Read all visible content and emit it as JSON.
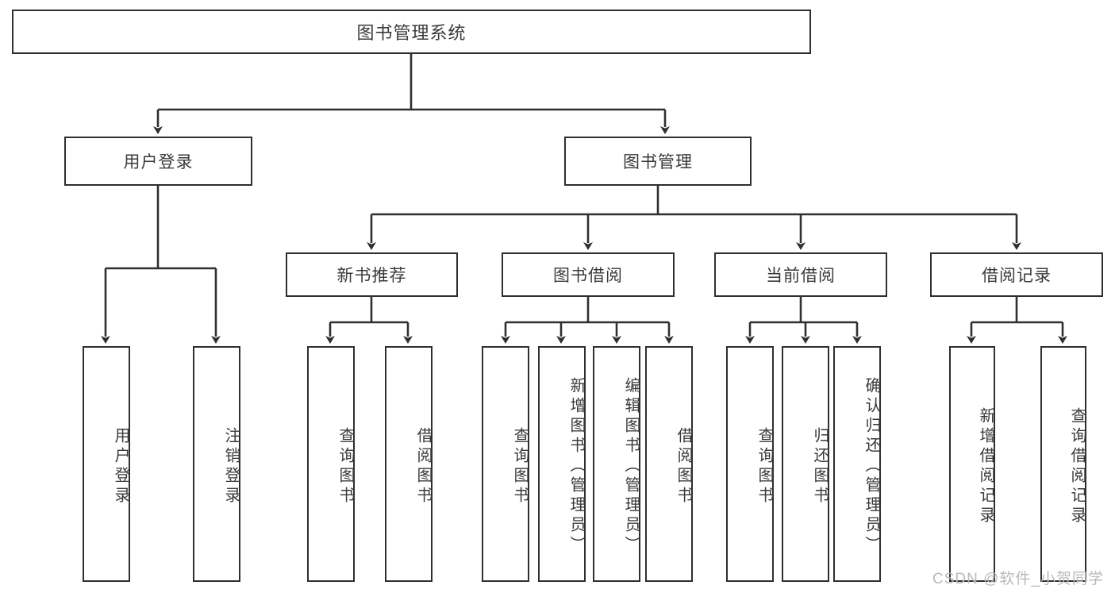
{
  "diagram": {
    "type": "tree",
    "title": "图书管理系统",
    "watermark": "CSDN @软件_小贺同学",
    "colors": {
      "stroke": "#2f2f2f",
      "fill": "#ffffff",
      "text": "#3a3a3a",
      "watermark": "#b9b9b9"
    },
    "nodes": {
      "root": {
        "label": "图书管理系统"
      },
      "level2": [
        {
          "id": "user-login",
          "label": "用户登录"
        },
        {
          "id": "book-manage",
          "label": "图书管理"
        }
      ],
      "level3": [
        {
          "id": "new-book-rec",
          "label": "新书推荐"
        },
        {
          "id": "book-borrow",
          "label": "图书借阅"
        },
        {
          "id": "current-borrow",
          "label": "当前借阅"
        },
        {
          "id": "borrow-record",
          "label": "借阅记录"
        }
      ],
      "leaves": [
        {
          "id": "leaf-user-login",
          "label": "用户登录",
          "parent": "user-login"
        },
        {
          "id": "leaf-logout",
          "label": "注销登录",
          "parent": "user-login"
        },
        {
          "id": "leaf-query-book-1",
          "label": "查询图书",
          "parent": "new-book-rec"
        },
        {
          "id": "leaf-borrow-book-1",
          "label": "借阅图书",
          "parent": "new-book-rec"
        },
        {
          "id": "leaf-query-book-2",
          "label": "查询图书",
          "parent": "book-borrow"
        },
        {
          "id": "leaf-add-book",
          "label": "新增图书（管理员）",
          "parent": "book-borrow"
        },
        {
          "id": "leaf-edit-book",
          "label": "编辑图书（管理员）",
          "parent": "book-borrow"
        },
        {
          "id": "leaf-borrow-book-2",
          "label": "借阅图书",
          "parent": "book-borrow"
        },
        {
          "id": "leaf-query-book-3",
          "label": "查询图书",
          "parent": "current-borrow"
        },
        {
          "id": "leaf-return-book",
          "label": "归还图书",
          "parent": "current-borrow"
        },
        {
          "id": "leaf-confirm-return",
          "label": "确认归还（管理员）",
          "parent": "current-borrow"
        },
        {
          "id": "leaf-add-record",
          "label": "新增借阅记录",
          "parent": "borrow-record"
        },
        {
          "id": "leaf-query-record",
          "label": "查询借阅记录",
          "parent": "borrow-record"
        }
      ]
    }
  }
}
